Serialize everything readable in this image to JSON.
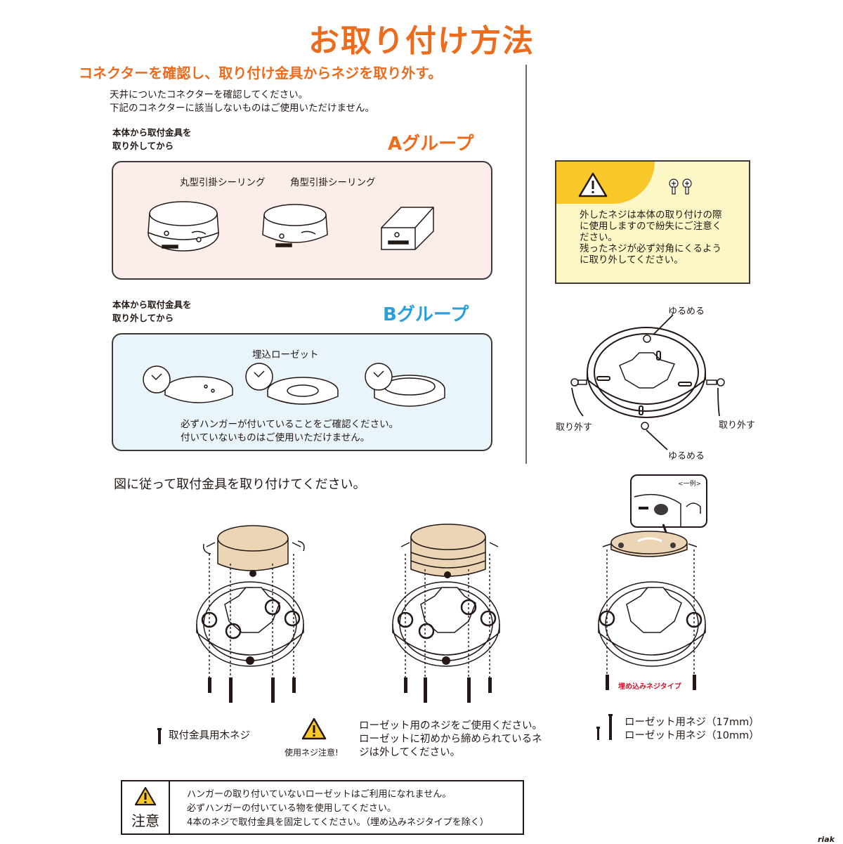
{
  "header": {
    "title": "お取り付け方法"
  },
  "step": {
    "heading": "コネクターを確認し、取り付け金具からネジを取り外す。"
  },
  "intro": {
    "line1": "天井についたコネクターを確認してください。",
    "line2": "下記のコネクターに該当しないものはご使用いただけません。"
  },
  "group_a": {
    "pre_line1": "本体から取付金具を",
    "pre_line2": "取り外してから",
    "title": "Aグループ",
    "label_round": "丸型引掛シーリング",
    "label_square": "角型引掛シーリング"
  },
  "group_b": {
    "pre_line1": "本体から取付金具を",
    "pre_line2": "取り外してから",
    "title": "Bグループ",
    "label_rosette": "埋込ローゼット",
    "note1": "必ずハンガーが付いていることをご確認ください。",
    "note2": "付いていないものはご使用いただけません。"
  },
  "warning_note": {
    "line1": "外したネジは本体の取り付けの際",
    "line2": "に使用しますので紛失にご注意く",
    "line3": "ださい。",
    "line4": "残ったネジが必ず対角にくるよう",
    "line5": "に取り外してください。"
  },
  "ring_diagram": {
    "loosen_top": "ゆるめる",
    "loosen_bottom": "ゆるめる",
    "remove_left": "取り外す",
    "remove_right": "取り外す"
  },
  "install": {
    "instruction": "図に従って取付金具を取り付けてください。",
    "example_label": "<一例>",
    "embedded_type": "埋め込みネジタイプ"
  },
  "legend": {
    "wood_screw": "取付金具用木ネジ",
    "caution_label": "使用ネジ注意!",
    "rosette_line1": "ローゼット用のネジをご使用ください。",
    "rosette_line2": "ローゼットに初めから締められているネ",
    "rosette_line3": "ジは外してください。",
    "screw_17": "ローゼット用ネジ（17mm）",
    "screw_10": "ローゼット用ネジ（10mm）"
  },
  "bottom_caution": {
    "word": "注意",
    "line1": "ハンガーの取り付いていないローゼットはご利用になれません。",
    "line2": "必ずハンガーの付いている物を使用してください。",
    "line3": "4本のネジで取付金具を固定してください。（埋め込みネジタイプを除く）"
  },
  "credit": "riak",
  "colors": {
    "orange": "#ec6b1c",
    "blue": "#29a0dc",
    "panel_a_bg": "#fcecea",
    "panel_b_bg": "#eaf4fb",
    "note_bg": "#fdf7c6",
    "note_accent": "#f8c82a",
    "red": "#d5102b",
    "wood": "#ecd5b4"
  }
}
